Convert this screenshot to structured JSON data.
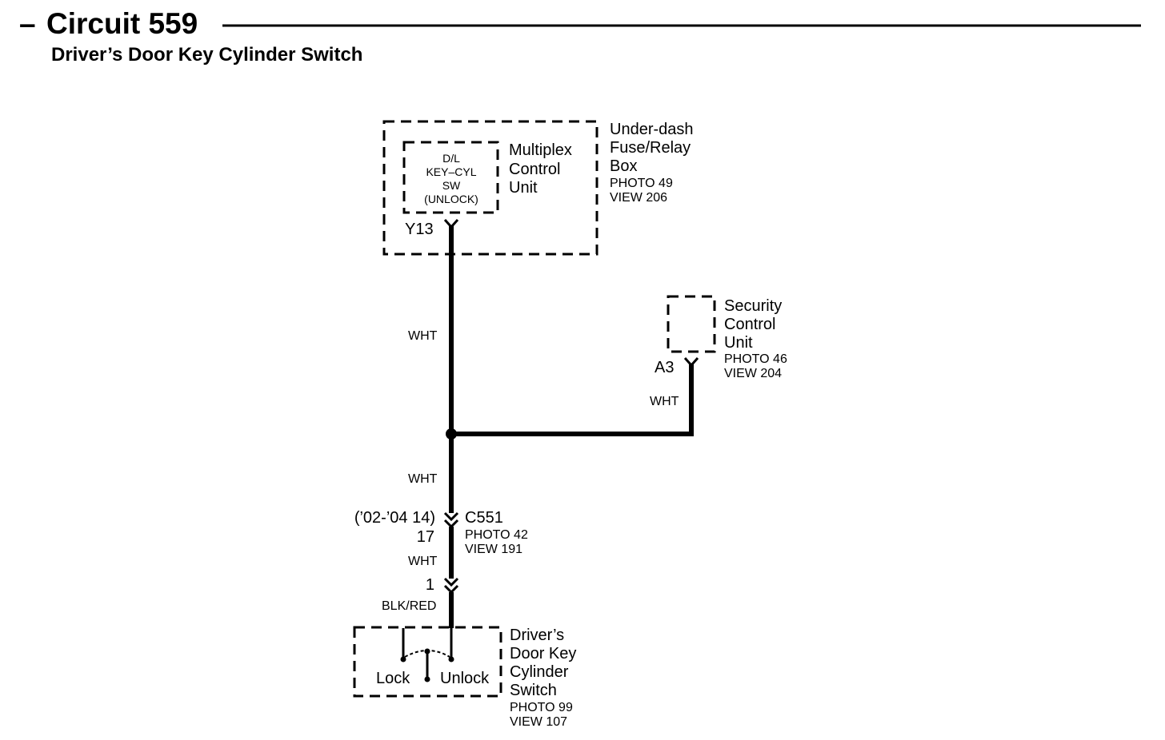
{
  "header": {
    "dash": "–",
    "title": "Circuit 559",
    "subtitle": "Driver’s Door Key Cylinder Switch"
  },
  "components": {
    "fuse_box": {
      "name_lines": [
        "Under-dash",
        "Fuse/Relay",
        "Box"
      ],
      "photo": "PHOTO 49",
      "view": "VIEW 206"
    },
    "multiplex": {
      "name_lines": [
        "Multiplex",
        "Control",
        "Unit"
      ],
      "inner_lines": [
        "D/L",
        "KEY–CYL",
        "SW",
        "(UNLOCK)"
      ],
      "terminal": "Y13"
    },
    "security": {
      "name_lines": [
        "Security",
        "Control",
        "Unit"
      ],
      "photo": "PHOTO 46",
      "view": "VIEW 204",
      "terminal": "A3"
    },
    "connector": {
      "note": "(’02-’04 14)",
      "name": "C551",
      "pin_top": "17",
      "pin_bottom": "1",
      "photo": "PHOTO 42",
      "view": "VIEW 191"
    },
    "switch": {
      "name_lines": [
        "Driver’s",
        "Door Key",
        "Cylinder",
        "Switch"
      ],
      "photo": "PHOTO 99",
      "view": "VIEW 107",
      "lock_label": "Lock",
      "unlock_label": "Unlock"
    }
  },
  "wires": {
    "main_upper": "WHT",
    "security_branch": "WHT",
    "main_lower": "WHT",
    "between_pins": "WHT",
    "switch_feed": "BLK/RED"
  }
}
